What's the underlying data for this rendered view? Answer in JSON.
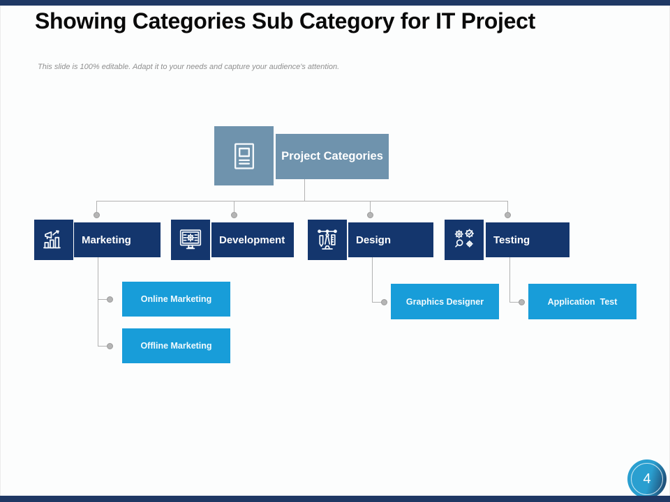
{
  "slide": {
    "title": "Showing Categories Sub Category for IT Project",
    "subtitle": "This slide is 100% editable. Adapt it to your needs and capture your audience's attention.",
    "page_number": "4"
  },
  "colors": {
    "bar_navy": "#1f3864",
    "box_navy": "#14366d",
    "steel_blue": "#6f93ad",
    "cyan": "#189dd9",
    "badge_cyan": "#2a9fd0",
    "line_gray": "#b2b2b2",
    "dot_gray": "#b5b5b5",
    "subtitle_gray": "#8f8f8f"
  },
  "tree": {
    "root": {
      "label": "Project Categories",
      "icon": "report-document-icon"
    },
    "categories": [
      {
        "label": "Marketing",
        "icon": "megaphone-growth-chart-icon",
        "children": [
          "Online Marketing",
          "Offline Marketing"
        ]
      },
      {
        "label": "Development",
        "icon": "monitor-gear-icon",
        "children": []
      },
      {
        "label": "Design",
        "icon": "drafting-tools-icon",
        "children": [
          "Graphics Designer"
        ]
      },
      {
        "label": "Testing",
        "icon": "gears-magnifier-icon",
        "children": [
          "Application  Test"
        ]
      }
    ]
  }
}
